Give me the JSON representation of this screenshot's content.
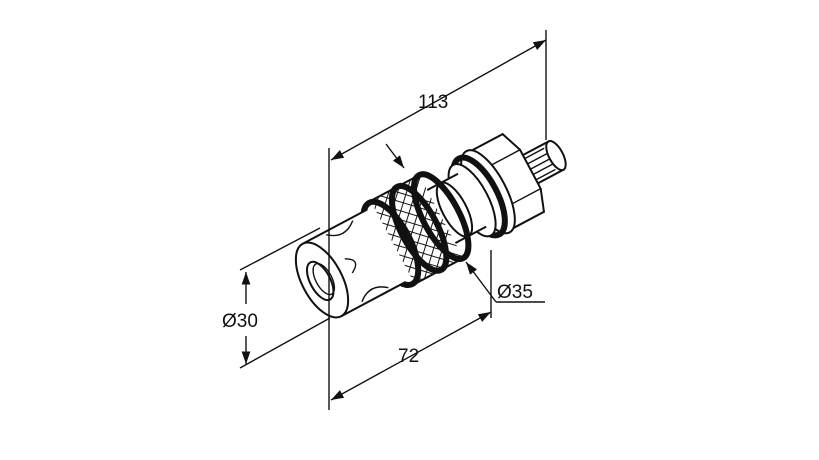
{
  "drawing": {
    "dimensions": {
      "overall_length": "113",
      "body_length": "72",
      "diameter_knurl": "Ø35",
      "diameter_cap": "Ø30"
    },
    "colors": {
      "line": "#111111",
      "background": "#ffffff"
    }
  }
}
